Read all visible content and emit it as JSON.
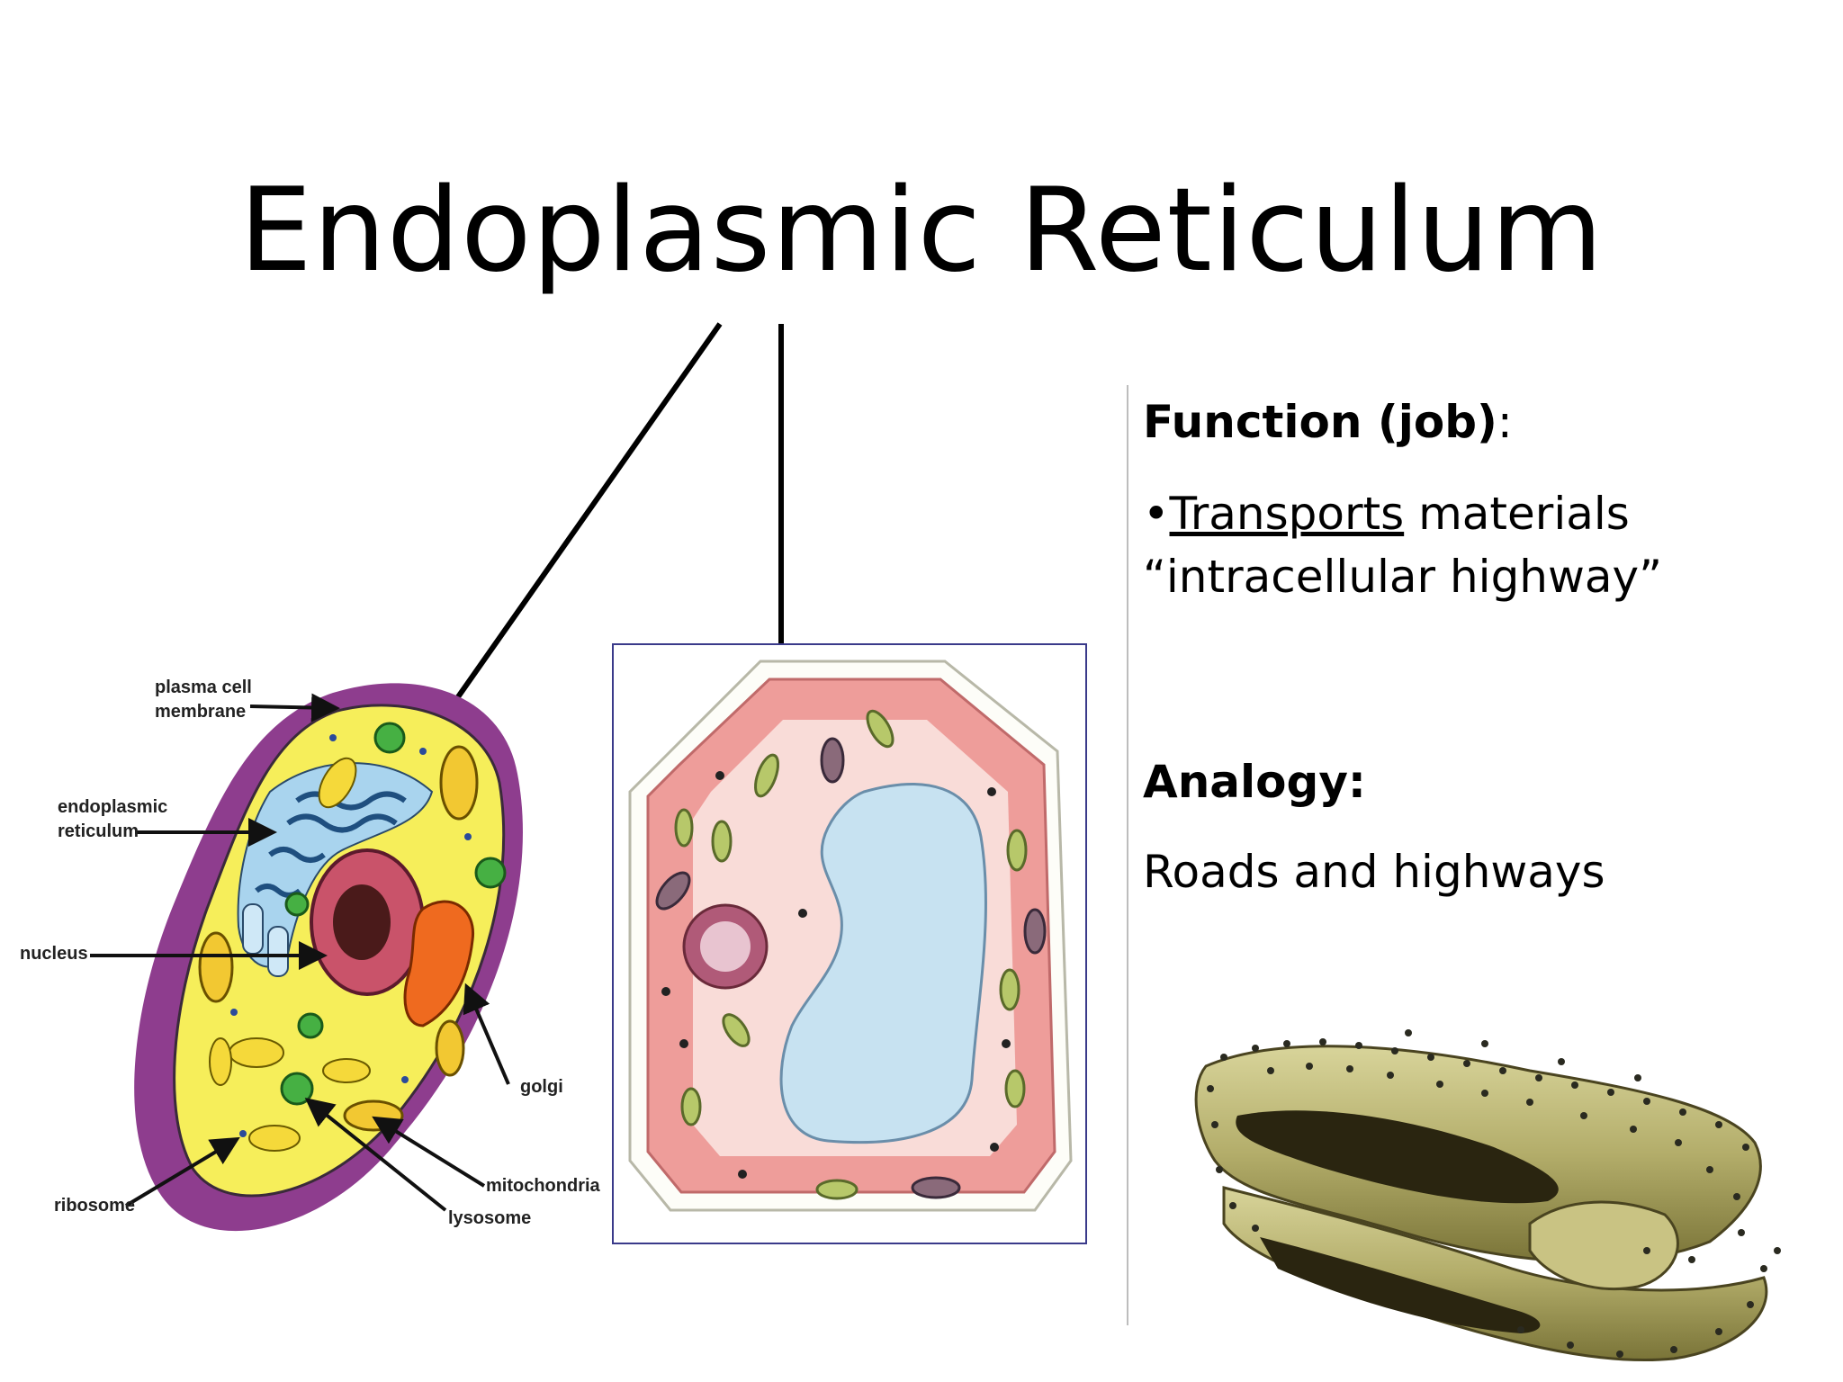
{
  "title": "Endoplasmic Reticulum",
  "function": {
    "heading": "Function (job)",
    "colon": ":",
    "bullet": "•",
    "transports": "Transports",
    "materials": " materials",
    "highway": "“intracellular highway”"
  },
  "analogy": {
    "heading": "Analogy:",
    "text": "Roads and highways"
  },
  "animal_cell_labels": {
    "plasma_membrane_1": "plasma cell",
    "plasma_membrane_2": "membrane",
    "er_1": "endoplasmic",
    "er_2": "reticulum",
    "nucleus": "nucleus",
    "golgi": "golgi",
    "mitochondria": "mitochondria",
    "lysosome": "lysosome",
    "ribosome": "ribosome"
  },
  "colors": {
    "membrane": "#8e3d8e",
    "cytoplasm": "#f6ee5a",
    "er": "#a9d4ee",
    "nucleus": "#c9536a",
    "golgi": "#ef6a1f",
    "plant_cytoplasm": "#ee9d9a",
    "vacuole": "#c7e2f1",
    "er_surface": "#b3ad6a"
  }
}
